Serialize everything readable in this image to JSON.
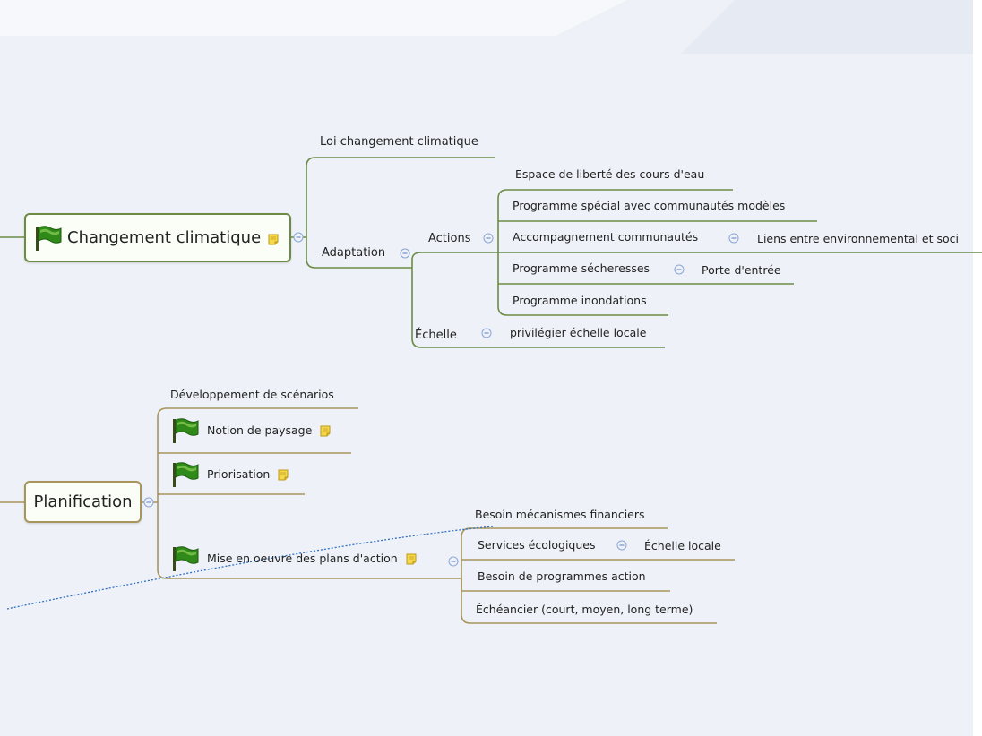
{
  "colors": {
    "background": "#eef1f7",
    "branch_green": "#6c8c46",
    "branch_olive": "#a8955c",
    "relation_line": "#2f6fc0"
  },
  "icons": {
    "flag": "green-flag-icon",
    "note": "note-icon",
    "collapse": "collapse-minus-icon"
  },
  "changement": {
    "title": "Changement climatique",
    "loi": "Loi changement climatique",
    "adaptation": "Adaptation",
    "actions": "Actions",
    "espace": "Espace de liberté des cours d'eau",
    "programme_special": "Programme spécial avec communautés modèles",
    "accompagnement": "Accompagnement communautés",
    "liens": "Liens entre environnemental et soci",
    "secheresses": "Programme sécheresses",
    "porte": "Porte d'entrée",
    "inondations": "Programme inondations",
    "echelle": "Échelle",
    "privilegier": "privilégier échelle locale"
  },
  "planification": {
    "title": "Planification",
    "scenarios": "Développement de scénarios",
    "paysage": "Notion de paysage",
    "priorisation": "Priorisation",
    "mise_en_oeuvre": "Mise en oeuvre des plans d'action",
    "besoin_fin": "Besoin mécanismes financiers",
    "services": "Services écologiques",
    "echelle_locale": "Échelle locale",
    "besoin_prog": "Besoin de programmes action",
    "echeancier": "Échéancier (court, moyen, long terme)"
  }
}
